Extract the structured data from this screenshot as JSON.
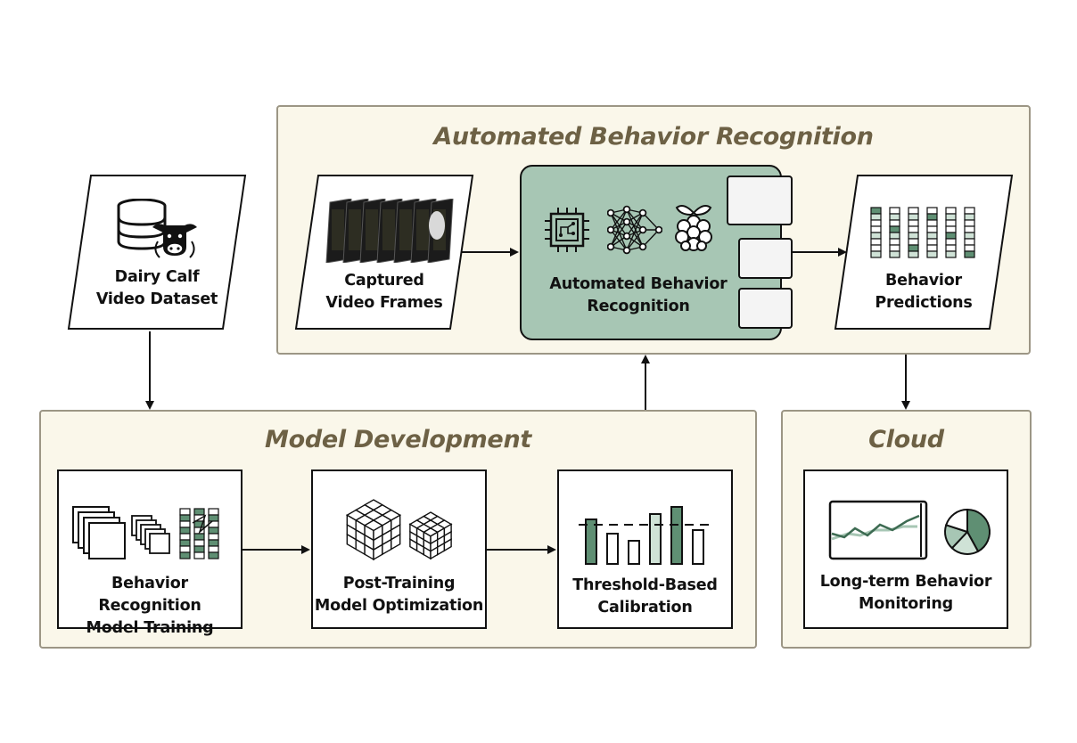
{
  "panels": {
    "recognition_title": "Automated Behavior Recognition",
    "development_title": "Model Development",
    "cloud_title": "Cloud"
  },
  "nodes": {
    "dataset": [
      "Dairy Calf",
      "Video Dataset"
    ],
    "frames": [
      "Captured",
      "Video Frames"
    ],
    "recognition": [
      "Automated Behavior",
      "Recognition"
    ],
    "predictions": [
      "Behavior",
      "Predictions"
    ],
    "training": [
      "Behavior Recognition",
      "Model Training"
    ],
    "optimization": [
      "Post-Training",
      "Model Optimization"
    ],
    "calibration": [
      "Threshold-Based",
      "Calibration"
    ],
    "monitoring": [
      "Long-term Behavior",
      "Monitoring"
    ]
  },
  "icons": [
    "database-icon",
    "cow-icon",
    "film-frames-icon",
    "cpu-chip-icon",
    "neural-network-icon",
    "raspberry-pi-icon",
    "prediction-bars-icon",
    "layers-icon",
    "cube-grid-icon",
    "threshold-bars-icon",
    "line-chart-icon",
    "pie-chart-icon"
  ],
  "colors": {
    "panel_fill": "#faf7ea",
    "panel_border": "#9c9685",
    "title": "#6d6145",
    "accent_green": "#a7c6b4",
    "dark_green": "#5f8f73",
    "light_green": "#cfe2d6"
  }
}
